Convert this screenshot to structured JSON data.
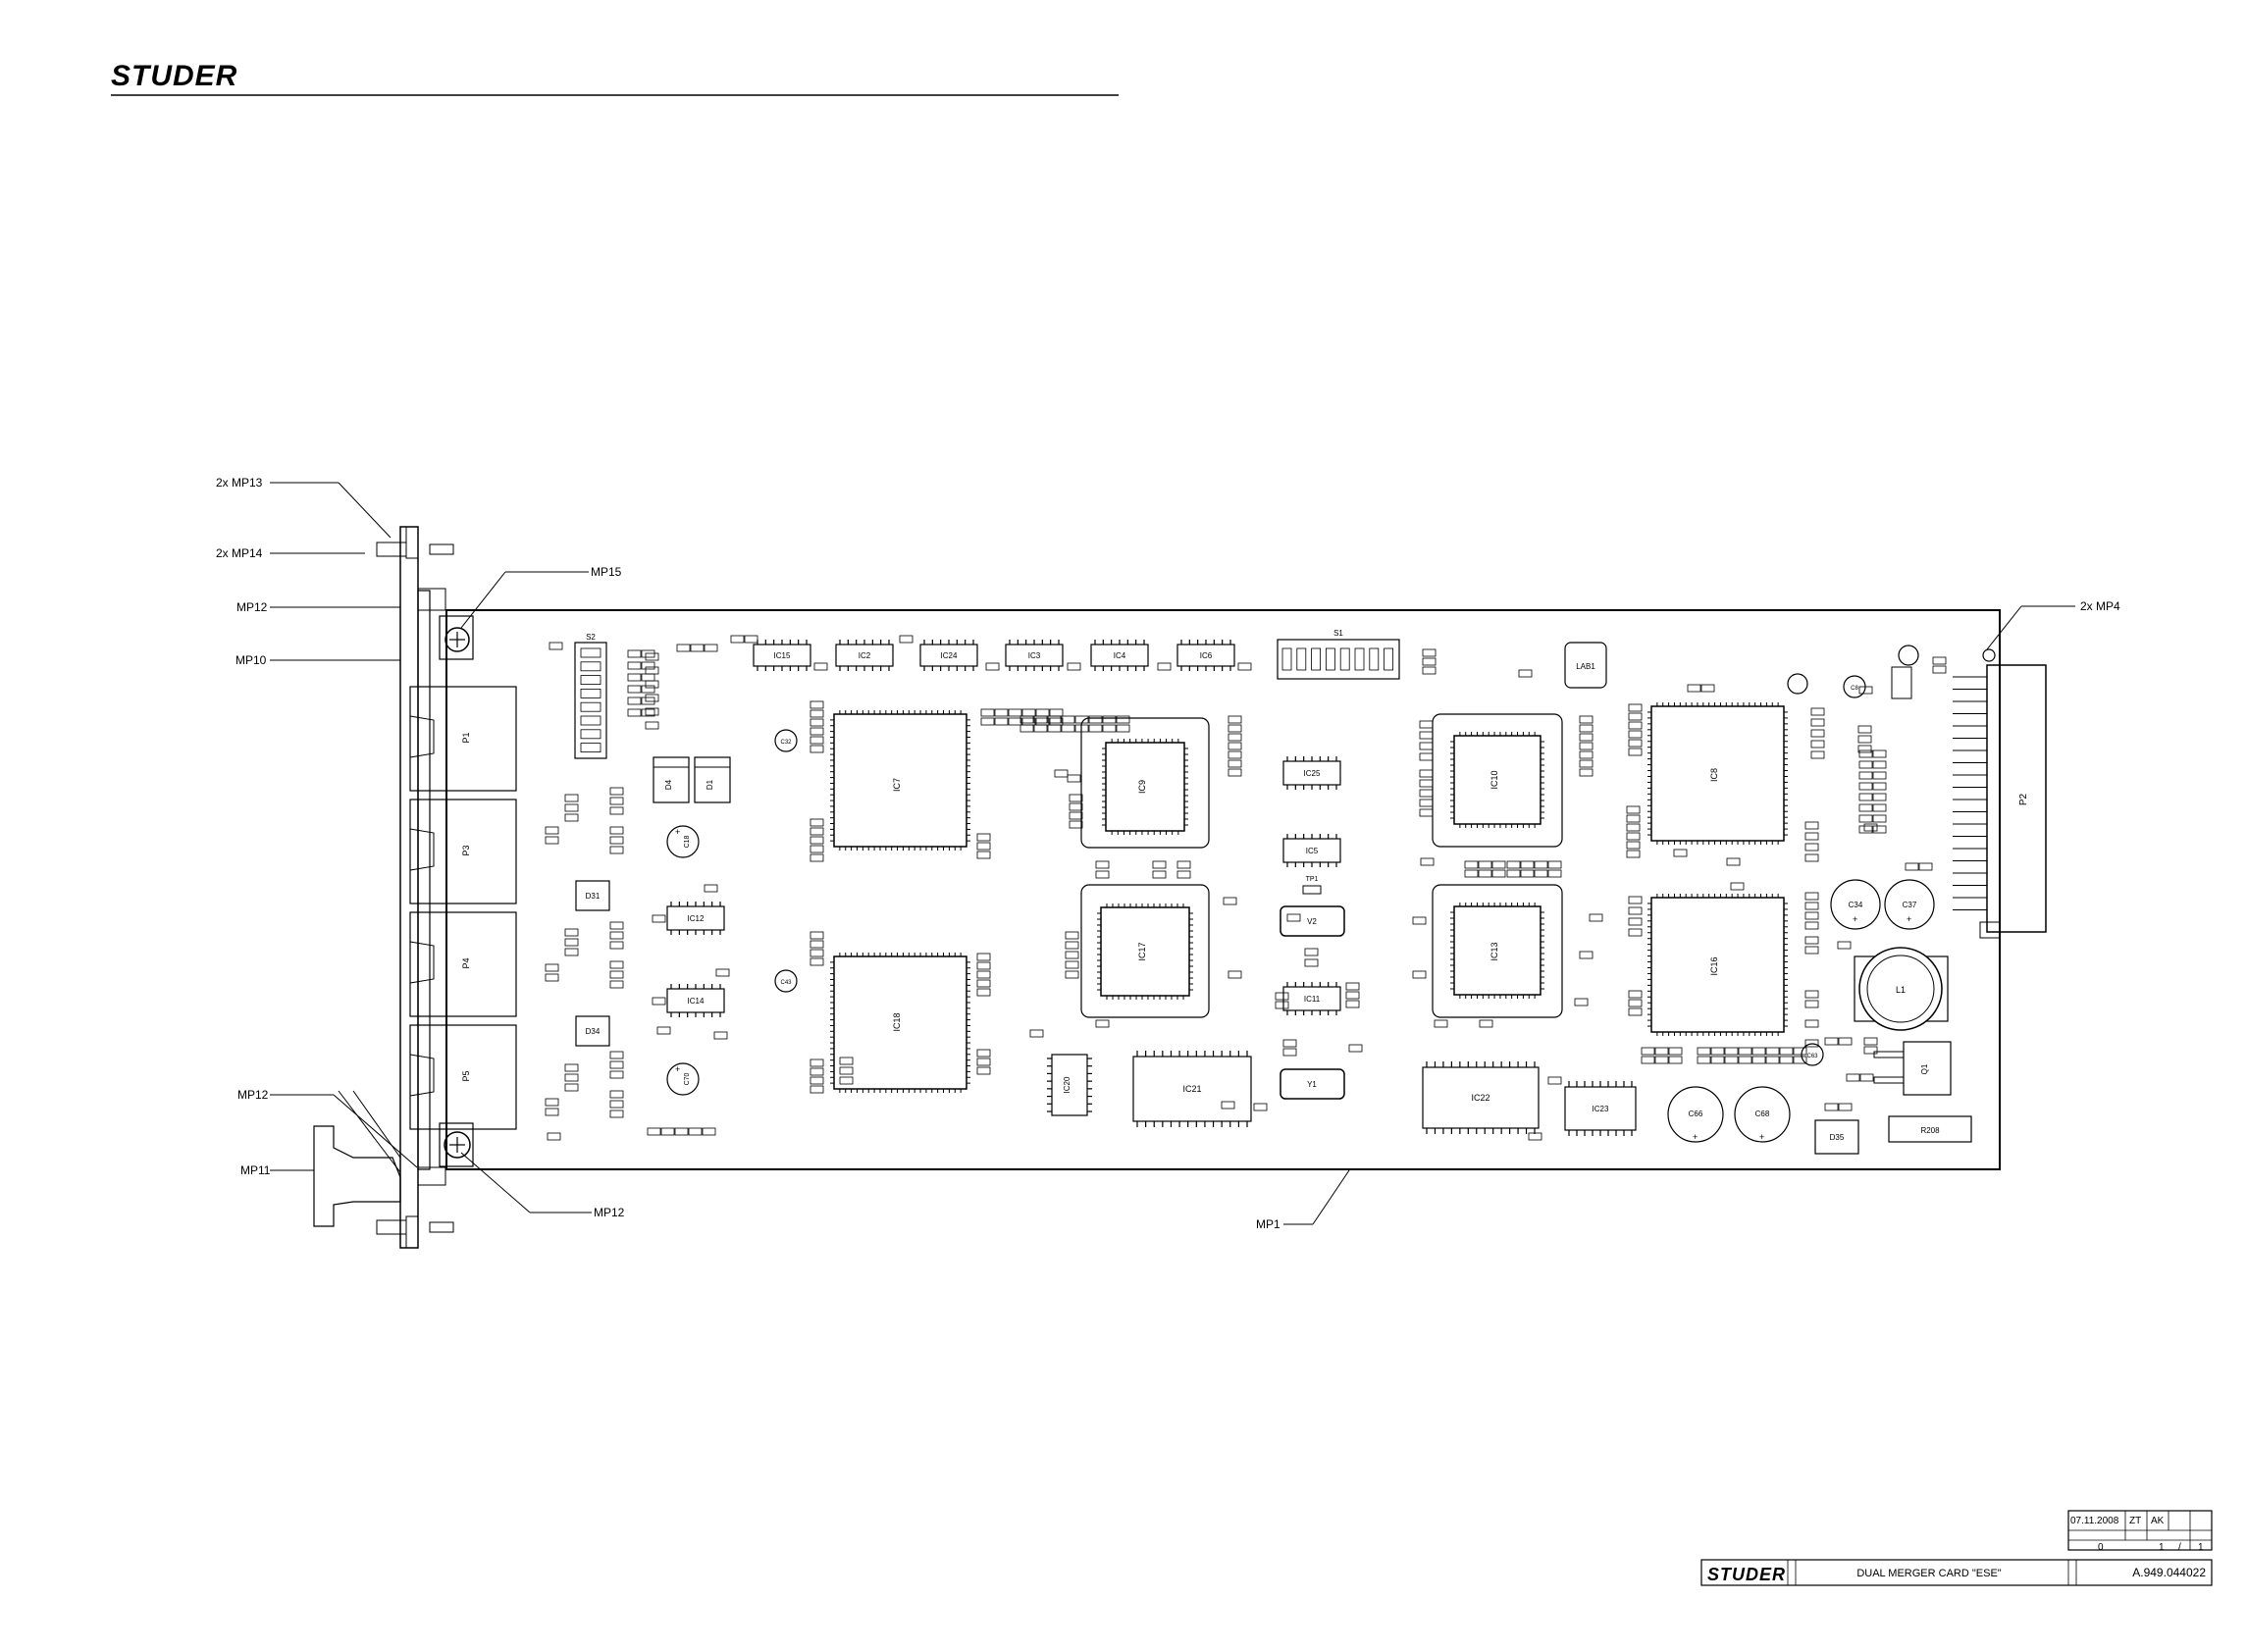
{
  "header": {
    "brand": "STUDER"
  },
  "callouts": {
    "mp13": "2x MP13",
    "mp14": "2x MP14",
    "mp12_top": "MP12",
    "mp10": "MP10",
    "mp15": "MP15",
    "mp4": "2x MP4",
    "mp12_bottom_left": "MP12",
    "mp11": "MP11",
    "mp12_bottom_right": "MP12",
    "mp1": "MP1"
  },
  "board": {
    "connectors": [
      "P1",
      "P3",
      "P4",
      "P5"
    ],
    "edge_connector": "P2",
    "switches": [
      "S1",
      "S2"
    ],
    "plcc_chips": [
      "IC7",
      "IC9",
      "IC10",
      "IC8",
      "IC18",
      "IC17",
      "IC13",
      "IC16"
    ],
    "soic_chips": [
      "IC15",
      "IC2",
      "IC24",
      "IC3",
      "IC4",
      "IC6",
      "IC25",
      "IC5",
      "IC12",
      "IC14",
      "IC11",
      "IC20",
      "IC21",
      "IC22",
      "IC23"
    ],
    "diodes": [
      "D4",
      "D1",
      "D31",
      "D34",
      "D35"
    ],
    "crystals": [
      "V2",
      "Y1"
    ],
    "inductor": "L1",
    "label_block": "LAB1",
    "test_point": "TP1",
    "regulator": "Q1",
    "resistor": "R208",
    "capacitors": [
      "C18",
      "C70",
      "C34",
      "C37",
      "C66",
      "C68",
      "C43",
      "C32",
      "C63",
      "C8"
    ]
  },
  "title_block": {
    "date": "07.11.2008",
    "drawn_code": "ZT",
    "checked_code": "AK",
    "revision": "0",
    "sheet": "1",
    "sheet_sep": "/",
    "sheets_total": "1",
    "title": "DUAL MERGER CARD \"ESE\"",
    "drawing_number": "A.949.044022",
    "brand": "STUDER"
  }
}
